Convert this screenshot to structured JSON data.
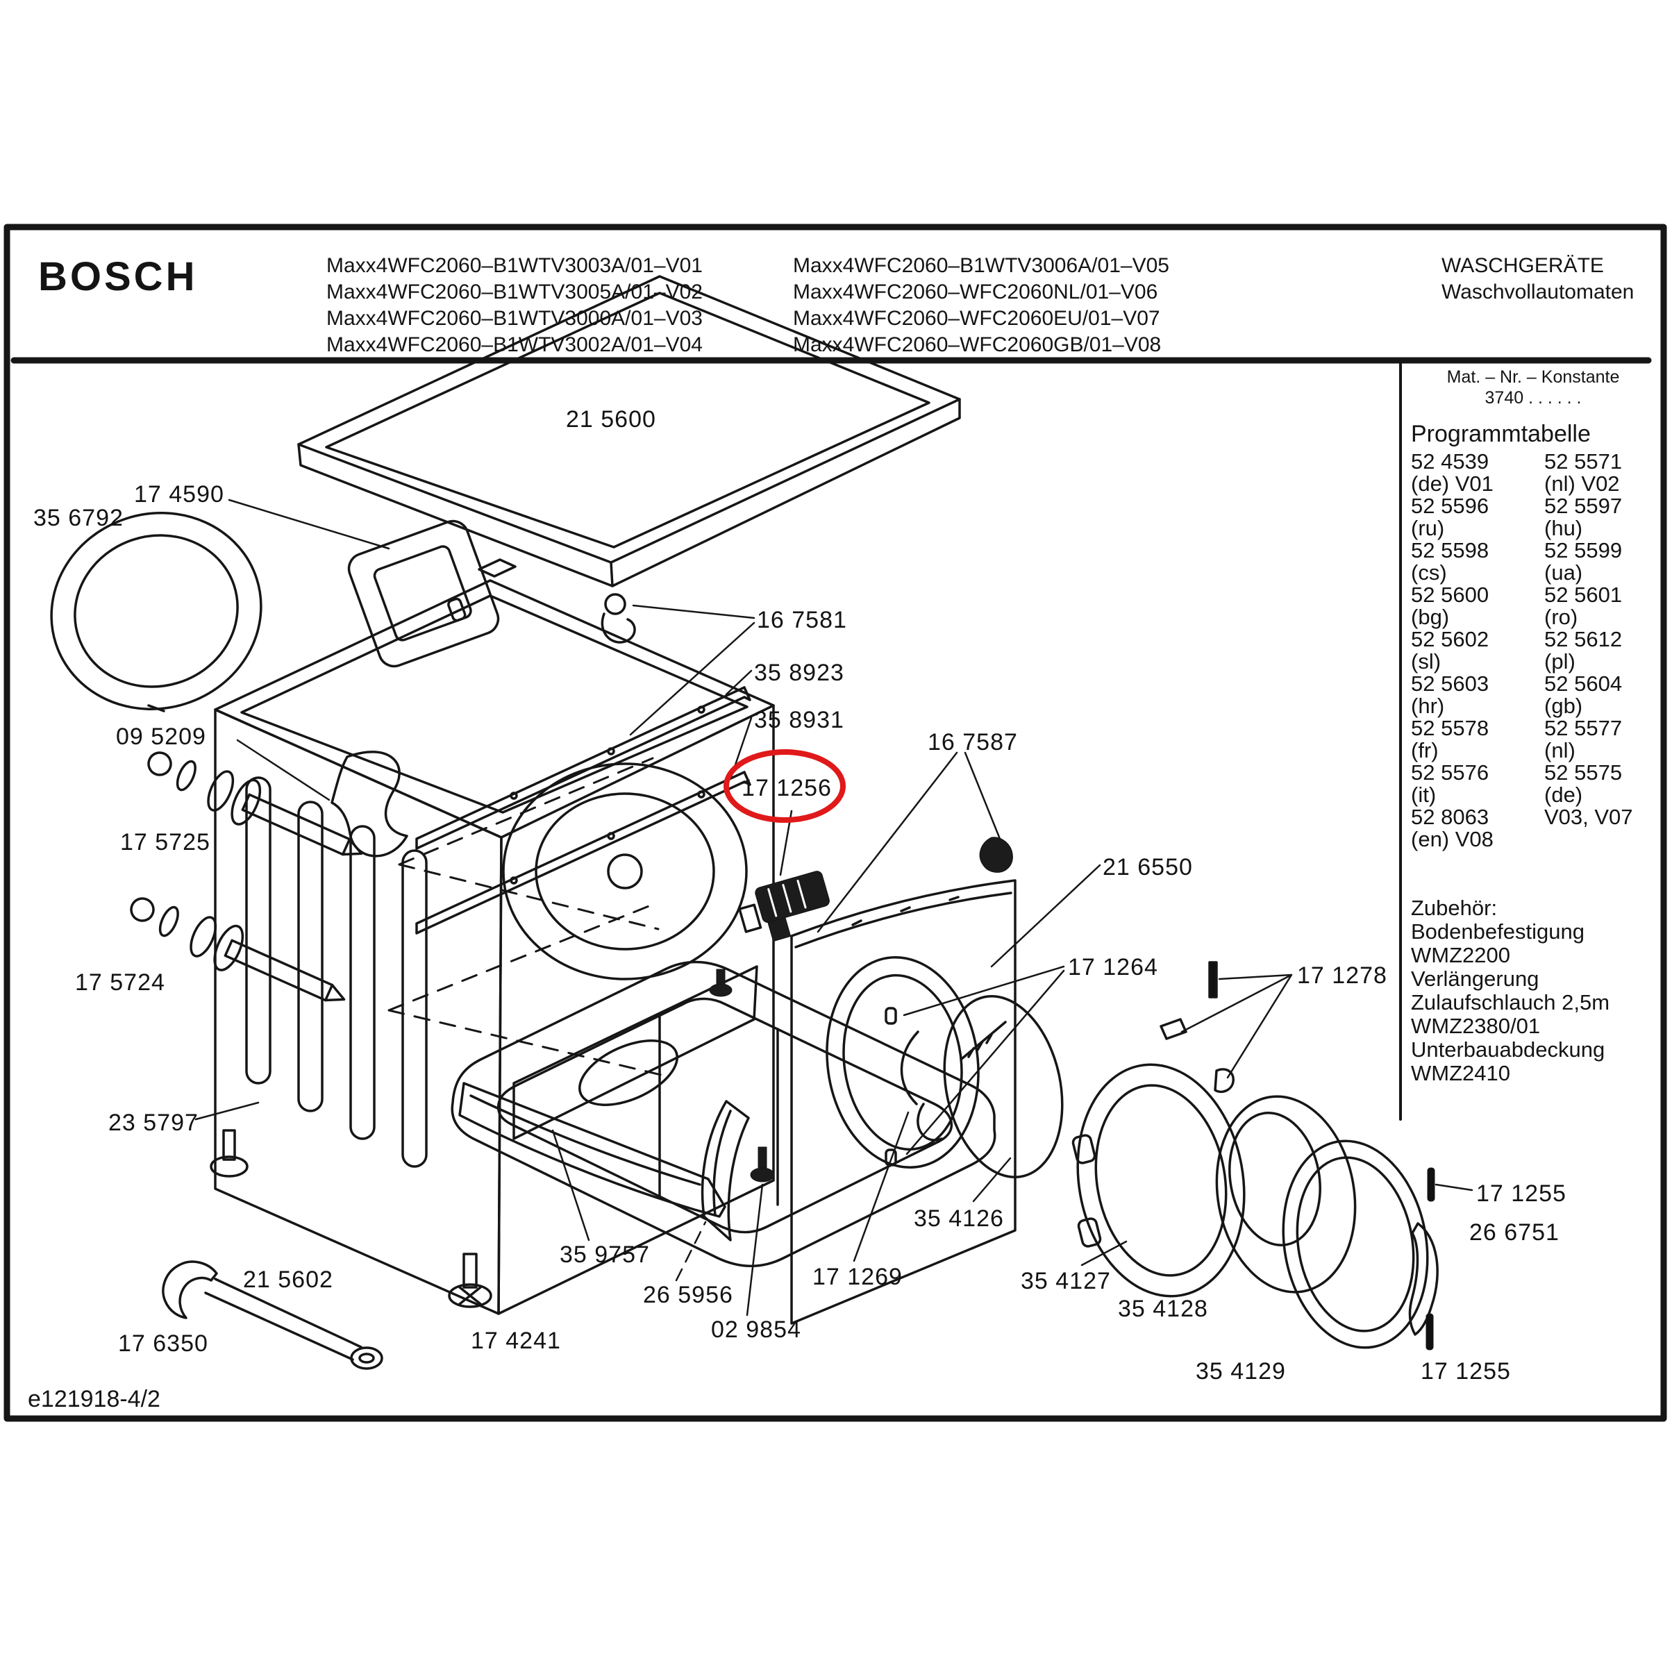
{
  "header": {
    "brand": "BOSCH",
    "models_col1": [
      "Maxx4WFC2060–B1WTV3003A/01–V01",
      "Maxx4WFC2060–B1WTV3005A/01–V02",
      "Maxx4WFC2060–B1WTV3000A/01–V03",
      "Maxx4WFC2060–B1WTV3002A/01–V04"
    ],
    "models_col2": [
      "Maxx4WFC2060–B1WTV3006A/01–V05",
      "Maxx4WFC2060–WFC2060NL/01–V06",
      "Maxx4WFC2060–WFC2060EU/01–V07",
      "Maxx4WFC2060–WFC2060GB/01–V08"
    ],
    "department": "WASCHGERÄTE",
    "department_sub": "Waschvollautomaten"
  },
  "sidebar": {
    "mat_nr_label": "Mat. – Nr. – Konstante",
    "mat_nr_value": "3740 . . . . . .",
    "program_table_title": "Programmtabelle",
    "program_table": [
      {
        "left": "52 4539",
        "right": "52 5571"
      },
      {
        "left": "(de) V01",
        "right": "(nl) V02"
      },
      {
        "left": "52 5596",
        "right": "52 5597"
      },
      {
        "left": "(ru)",
        "right": "(hu)"
      },
      {
        "left": "52 5598",
        "right": "52 5599"
      },
      {
        "left": "(cs)",
        "right": "(ua)"
      },
      {
        "left": "52 5600",
        "right": "52 5601"
      },
      {
        "left": "(bg)",
        "right": "(ro)"
      },
      {
        "left": "52 5602",
        "right": "52 5612"
      },
      {
        "left": "(sl)",
        "right": "(pl)"
      },
      {
        "left": "52 5603",
        "right": "52 5604"
      },
      {
        "left": "(hr)",
        "right": "(gb)"
      },
      {
        "left": "52 5578",
        "right": "52 5577"
      },
      {
        "left": "(fr)",
        "right": "(nl)"
      },
      {
        "left": "52 5576",
        "right": "52 5575"
      },
      {
        "left": "(it)",
        "right": "(de)"
      },
      {
        "left": "52 8063",
        "right": "V03, V07"
      },
      {
        "left": "(en) V08",
        "right": ""
      }
    ],
    "accessories_title": "Zubehör:",
    "accessories": [
      "Bodenbefestigung",
      "WMZ2200",
      "Verlängerung",
      "Zulaufschlauch 2,5m",
      "WMZ2380/01",
      "Unterbauabdeckung",
      "WMZ2410"
    ]
  },
  "diagram": {
    "highlight_color": "#e0191a",
    "highlighted_part": "17 1256",
    "parts": [
      {
        "label": "21 5600"
      },
      {
        "label": "17 4590"
      },
      {
        "label": "35 6792"
      },
      {
        "label": "09 5209"
      },
      {
        "label": "17 5725"
      },
      {
        "label": "17 5724"
      },
      {
        "label": "23 5797"
      },
      {
        "label": "21 5602"
      },
      {
        "label": "17 6350"
      },
      {
        "label": "17 4241"
      },
      {
        "label": "35 9757"
      },
      {
        "label": "26 5956"
      },
      {
        "label": "02 9854"
      },
      {
        "label": "17 1269"
      },
      {
        "label": "35 4126"
      },
      {
        "label": "16 7581"
      },
      {
        "label": "35 8923"
      },
      {
        "label": "35 8931"
      },
      {
        "label": "17 1256"
      },
      {
        "label": "16 7587"
      },
      {
        "label": "21 6550"
      },
      {
        "label": "17 1264"
      },
      {
        "label": "17 1278"
      },
      {
        "label": "35 4127"
      },
      {
        "label": "35 4128"
      },
      {
        "label": "35 4129"
      },
      {
        "label": "17 1255"
      },
      {
        "label": "26 6751"
      },
      {
        "label": "17 1255"
      }
    ]
  },
  "footer": {
    "doc_number": "e121918-4/2"
  }
}
